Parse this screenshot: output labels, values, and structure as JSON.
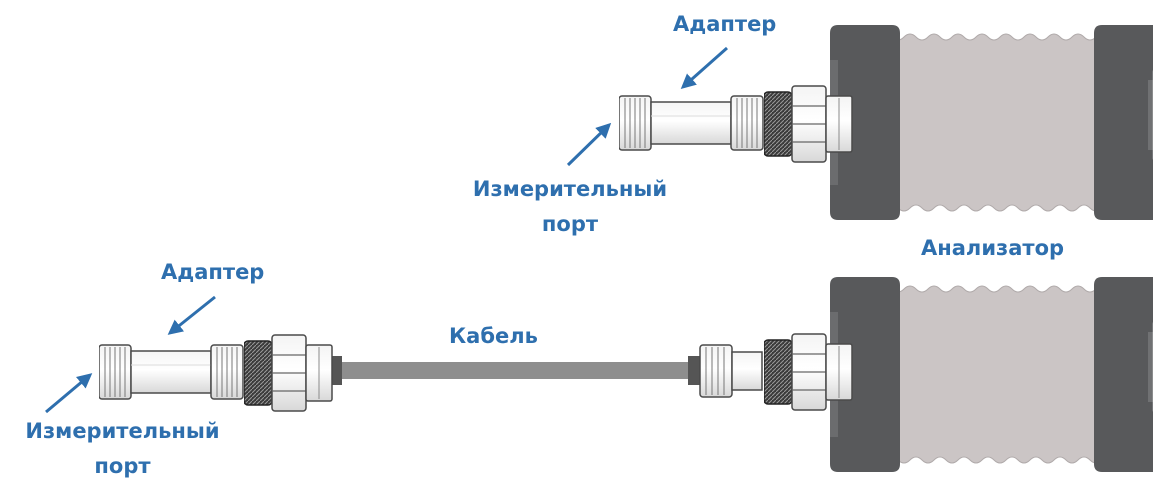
{
  "top_setup": {
    "adapter_label": "Адаптер",
    "port_label_line1": "Измерительный",
    "port_label_line2": "порт"
  },
  "analyzer_label": "Анализатор",
  "bottom_setup": {
    "adapter_label": "Адаптер",
    "cable_label": "Кабель",
    "port_label_line1": "Измерительный",
    "port_label_line2": "порт"
  },
  "colors": {
    "label_blue": "#2e6fae",
    "analyzer_body": "#cbc5c5",
    "analyzer_end": "#58595b",
    "cable": "#8e8e8e"
  }
}
